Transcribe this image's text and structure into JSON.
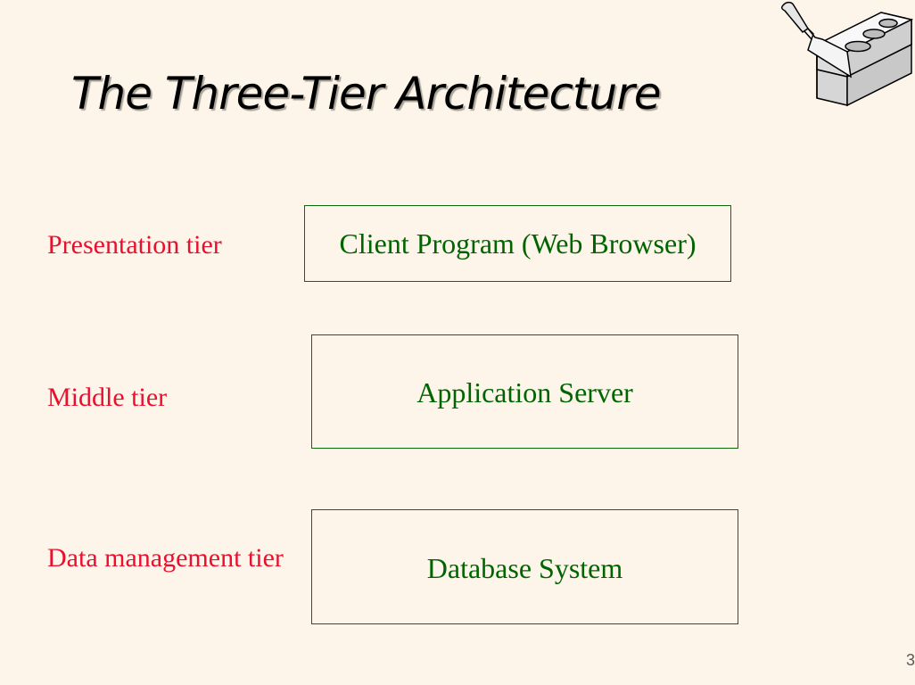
{
  "slide": {
    "title": "The Three-Tier Architecture",
    "slide_number": "3",
    "logo_icon": "brick-and-trowel-icon"
  },
  "tiers": [
    {
      "label": "Presentation tier",
      "component": "Client Program (Web Browser)"
    },
    {
      "label": "Middle tier",
      "component": "Application Server"
    },
    {
      "label": "Data management tier",
      "component": "Database System"
    }
  ],
  "colors": {
    "background": "#fdf5e9",
    "tier_label": "#e8102e",
    "component_text": "#006400",
    "component_border": "#0b6a0b",
    "title": "#000000"
  }
}
